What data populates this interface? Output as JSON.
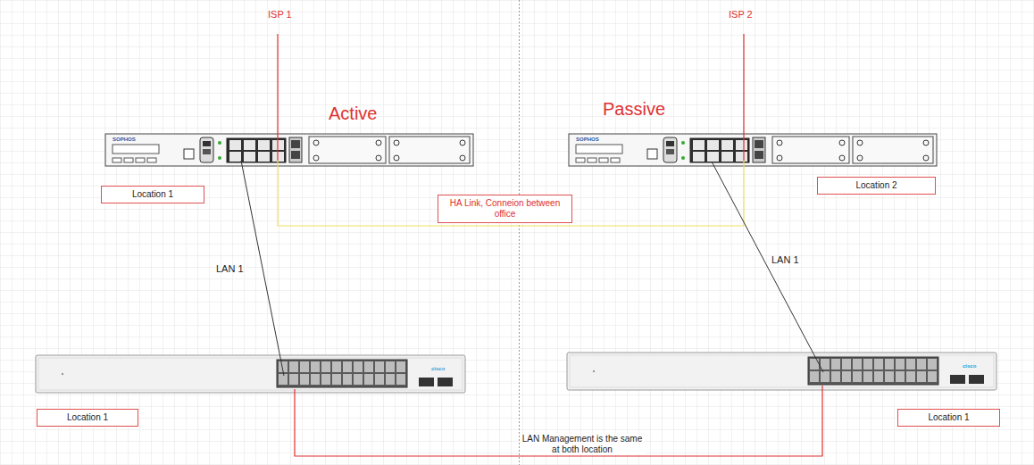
{
  "diagram": {
    "nodes": [
      {
        "text": [
          "Location 1"
        ]
      },
      {
        "text": [
          "Location 2"
        ]
      },
      {
        "text": [
          "HA Link, Conneion between office"
        ]
      },
      {
        "text": [
          "Location 1"
        ]
      },
      {
        "text": [
          "Location 1"
        ]
      }
    ],
    "labels": [
      "ISP 1",
      "ISP 2",
      "Active",
      "Passive",
      "SOPHOS",
      "SOPHOS",
      "LAN 1",
      "LAN 1",
      "cisco",
      "cisco",
      "LAN Management is the same at both location"
    ]
  }
}
